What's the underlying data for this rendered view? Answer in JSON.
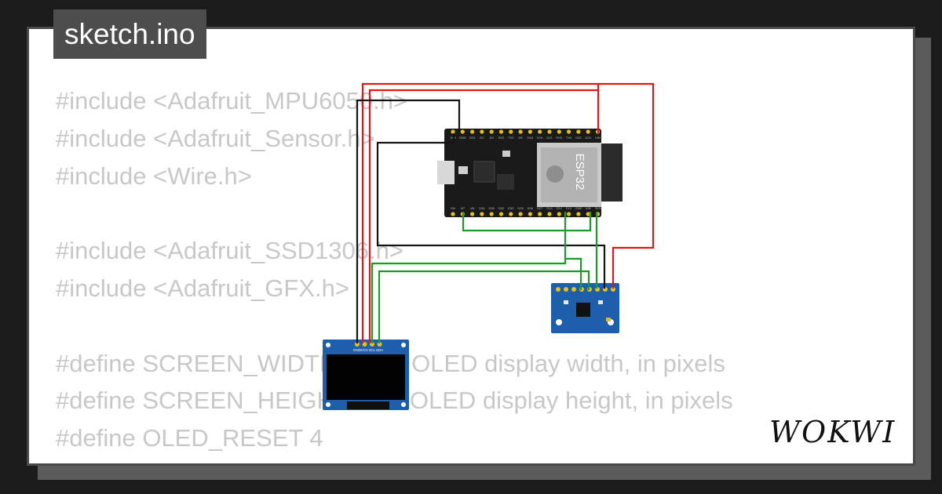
{
  "window": {
    "title": "sketch.ino"
  },
  "code_lines": [
    "#include <Adafruit_MPU6050.h>",
    "#include <Adafruit_Sensor.h>",
    "#include <Wire.h>",
    "",
    "#include <Adafruit_SSD1306.h>",
    "#include <Adafruit_GFX.h>",
    "",
    "#define SCREEN_WIDTH 128 // OLED display width, in pixels",
    "#define SCREEN_HEIGHT 64 // OLED display height, in pixels",
    "#define OLED_RESET 4"
  ],
  "esp32": {
    "label": "ESP32",
    "top_pins": [
      "3V3",
      "GND",
      "D15",
      "D2",
      "D4",
      "RX2",
      "TX2",
      "D5",
      "D18",
      "D19",
      "D21",
      "RX0",
      "TX0",
      "D22",
      "D23",
      "VIN"
    ],
    "bottom_pins": [
      "EN",
      "VP",
      "VN",
      "D34",
      "D35",
      "D32",
      "D33",
      "D25",
      "D26",
      "D27",
      "D14",
      "D12",
      "D13",
      "GND",
      "VIN",
      "3V3"
    ]
  },
  "oled": {
    "pins": [
      "GND",
      "VCC",
      "SCL",
      "SDA"
    ]
  },
  "brand": {
    "logo_text": "WOKWI"
  },
  "colors": {
    "wire_power": "#e0161b",
    "wire_ground": "#141414",
    "wire_signal": "#1e9a2b",
    "code_text": "#c8c8c8",
    "board_blue": "#1d5faa",
    "board_black": "#1a1a1a"
  }
}
